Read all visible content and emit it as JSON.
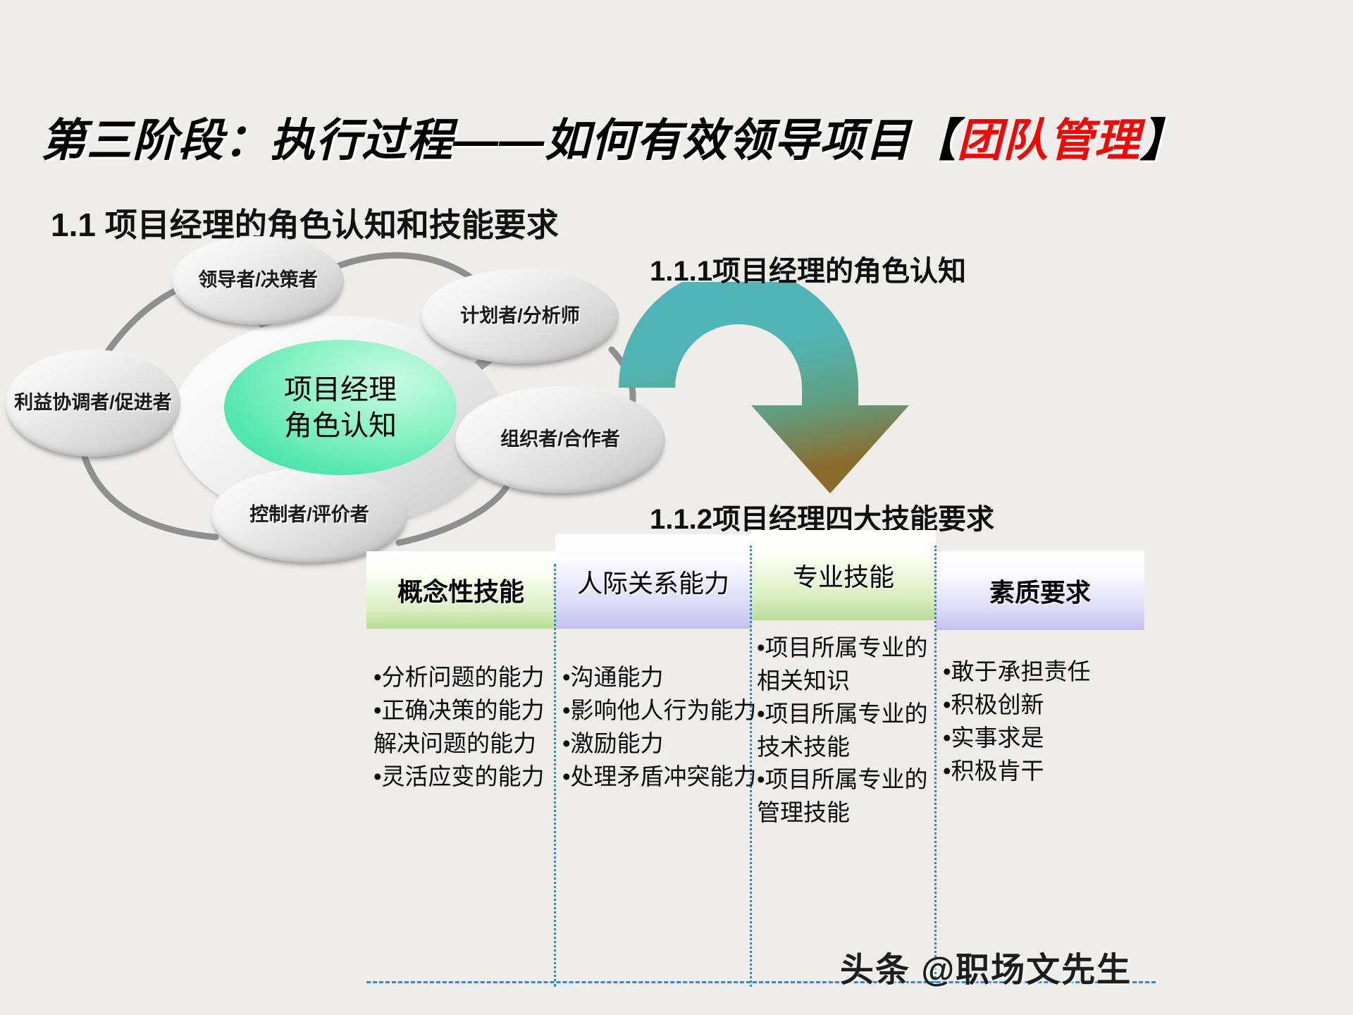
{
  "slide": {
    "background_color": "#eeedea",
    "title_parts": {
      "black_1": "第三阶段：执行过程——如何有效领导项目【",
      "red": "团队管理",
      "black_2": "】"
    },
    "subtitle": "1.1 项目经理的角色认知和技能要求"
  },
  "diagram": {
    "center_line1": "项目经理",
    "center_line2": "角色认知",
    "center_color": "#55e7b0",
    "nodes": [
      {
        "id": "leader",
        "label": "领导者/决策者"
      },
      {
        "id": "planner",
        "label": "计划者/分析师"
      },
      {
        "id": "coord",
        "label": "利益协调者/促进者"
      },
      {
        "id": "org",
        "label": "组织者/合作者"
      },
      {
        "id": "control",
        "label": "控制者/评价者"
      }
    ]
  },
  "arrow": {
    "color_start": "#4fb6bc",
    "color_mid": "#5aa38f",
    "color_end": "#8a6b2b",
    "direction": "curved-down"
  },
  "headings": {
    "h111": "1.1.1项目经理的角色认知",
    "h112": "1.1.2项目经理四大技能要求"
  },
  "skills": {
    "columns": [
      {
        "header": "概念性技能",
        "header_style": "bold-green",
        "items": [
          "•分析问题的能力",
          "•正确决策的能力",
          "解决问题的能力",
          "•灵活应变的能力"
        ]
      },
      {
        "header": "人际关系能力",
        "header_style": "serif-purple",
        "items": [
          "•沟通能力",
          "•影响他人行为能力",
          "•激励能力",
          "•处理矛盾冲突能力"
        ]
      },
      {
        "header": "专业技能",
        "header_style": "serif-green",
        "items": [
          "•项目所属专业的相关知识",
          "•项目所属专业的技术技能",
          "•项目所属专业的管理技能"
        ]
      },
      {
        "header": "素质要求",
        "header_style": "bold-purple",
        "items": [
          "•敢于承担责任",
          "•积极创新",
          "•实事求是",
          "•积极肯干"
        ]
      }
    ]
  },
  "watermark": "头条 @职场文先生"
}
